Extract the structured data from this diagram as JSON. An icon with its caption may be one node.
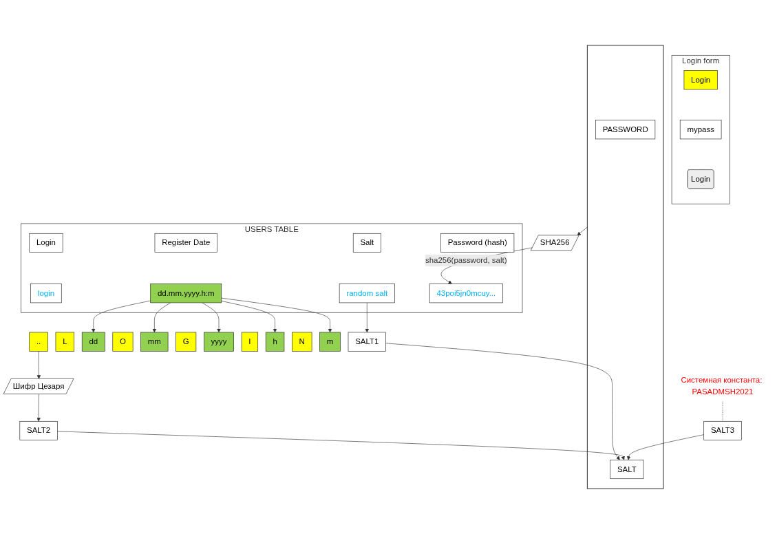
{
  "diagram": {
    "nodes": [
      {
        "text": [
          "Login form"
        ]
      },
      {
        "text": [
          "Login"
        ],
        "in": 0
      },
      {
        "text": [
          "mypass"
        ],
        "in": 0
      },
      {
        "text": [
          "Login"
        ],
        "in": 0
      },
      {
        "text": [
          "USERS TABLE"
        ]
      },
      {
        "text": [
          "Login"
        ],
        "in": 4
      },
      {
        "text": [
          "Register Date"
        ],
        "in": 4
      },
      {
        "text": [
          "Salt"
        ],
        "in": 4
      },
      {
        "text": [
          "Password (hash)"
        ],
        "in": 4
      },
      {
        "text": [
          "login"
        ],
        "in": 4
      },
      {
        "text": [
          "dd.mm.yyyy.h:m"
        ],
        "in": 4
      },
      {
        "text": [
          "random salt"
        ],
        "in": 4
      },
      {
        "text": [
          "43poi5jn0mcuy..."
        ],
        "in": 4
      },
      {
        "text": [
          "L"
        ]
      },
      {
        "text": [
          "dd"
        ]
      },
      {
        "text": [
          "O"
        ]
      },
      {
        "text": [
          "mm"
        ]
      },
      {
        "text": [
          "G"
        ]
      },
      {
        "text": [
          "yyyy"
        ]
      },
      {
        "text": [
          "I"
        ]
      },
      {
        "text": [
          "h"
        ]
      },
      {
        "text": [
          "N"
        ]
      },
      {
        "text": [
          "m"
        ]
      },
      {
        "text": [
          ".."
        ]
      },
      {
        "text": [
          "Шифр Цезаря"
        ]
      },
      {
        "text": [
          "SALT1"
        ]
      },
      {
        "text": [
          "SALT2"
        ]
      },
      {
        "text": [
          "SALT3"
        ]
      },
      {
        "text": [],
        "shape": "box"
      },
      {
        "text": [
          "PASSWORD"
        ],
        "in": 28
      },
      {
        "text": [
          "SALT"
        ],
        "in": 28
      },
      {
        "text": [
          "SHA256"
        ]
      },
      {
        "text": [
          "Системная константа: PASADMSH2021"
        ]
      }
    ],
    "edges": [
      {
        "from": 10,
        "to": 14,
        "arrow": "to"
      },
      {
        "from": 10,
        "to": 16,
        "arrow": "to"
      },
      {
        "from": 10,
        "to": 18,
        "arrow": "to"
      },
      {
        "from": 10,
        "to": 20,
        "arrow": "to"
      },
      {
        "from": 10,
        "to": 22,
        "arrow": "to"
      },
      {
        "from": 23,
        "to": 24,
        "arrow": "to"
      },
      {
        "from": 11,
        "to": 25,
        "arrow": "to"
      },
      {
        "from": 24,
        "to": 26,
        "arrow": "to"
      },
      {
        "from": 25,
        "to": 30,
        "arrow": "to"
      },
      {
        "from": 26,
        "to": 30,
        "arrow": "to"
      },
      {
        "from": 27,
        "to": 30,
        "arrow": "to"
      },
      {
        "from": 28,
        "to": 31,
        "arrow": "to"
      },
      {
        "from": 31,
        "to": 12,
        "arrow": "to",
        "label": "sha256(password, salt)"
      },
      {
        "from": 32,
        "to": 27,
        "arrow": "none",
        "style": "dashed"
      }
    ]
  }
}
